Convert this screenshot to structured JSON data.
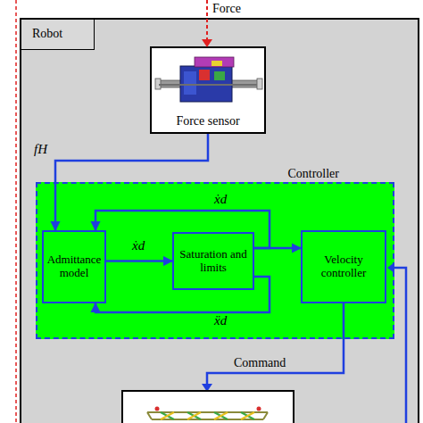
{
  "diagram": {
    "nodes": [
      {
        "text": [
          "Robot"
        ]
      },
      {
        "text": [
          "Force sensor"
        ],
        "in": 0
      },
      {
        "text": [
          "Controller"
        ],
        "in": 0
      },
      {
        "text": [
          "Admittance model"
        ],
        "in": 2
      },
      {
        "text": [
          "Saturation and limits"
        ],
        "in": 2
      },
      {
        "text": [
          "Velocity controller"
        ],
        "in": 2
      }
    ],
    "edges": [
      {
        "from": 1,
        "to": 3,
        "label": "fH",
        "arrow": "to"
      },
      {
        "from": 3,
        "to": 4,
        "label": "ẋd",
        "arrow": "to"
      },
      {
        "from": 4,
        "to": 3,
        "label": "ẋd",
        "arrow": "to"
      },
      {
        "from": 4,
        "to": 3,
        "label": "ẍd",
        "arrow": "to"
      },
      {
        "from": 4,
        "to": 5,
        "arrow": "to"
      }
    ],
    "labels": [
      "Force",
      "Command"
    ]
  }
}
